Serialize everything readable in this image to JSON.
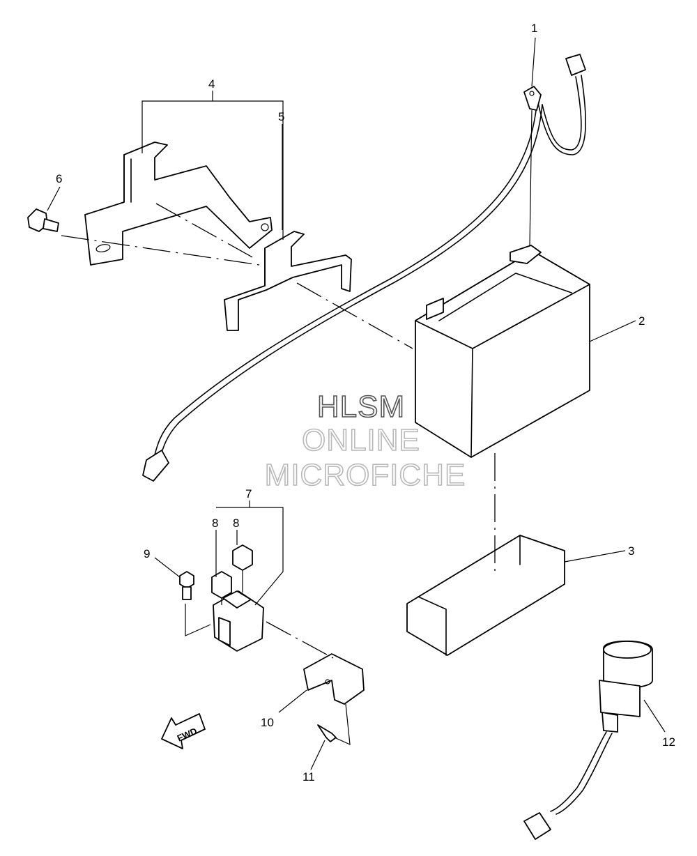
{
  "callouts": [
    "1",
    "2",
    "3",
    "4",
    "5",
    "6",
    "7",
    "8",
    "8",
    "9",
    "10",
    "11",
    "12"
  ],
  "watermark": [
    "HLSM",
    "ONLINE",
    "MICROFICHE"
  ],
  "fwd_label": "FWD"
}
